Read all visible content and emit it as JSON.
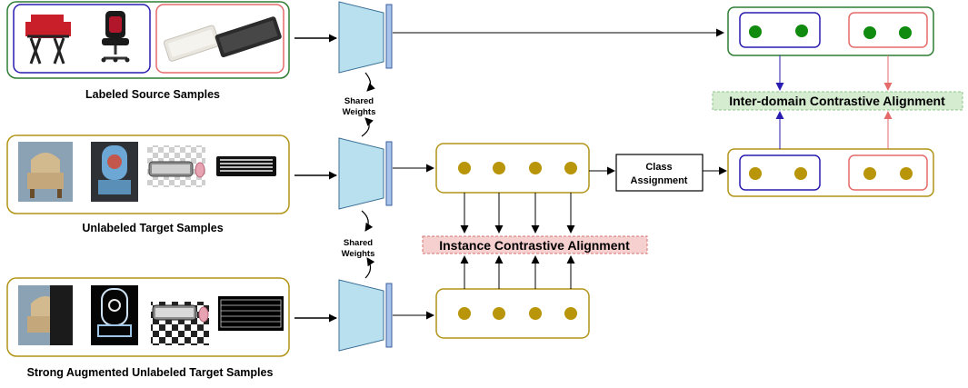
{
  "rows": {
    "source_label": "Labeled Source Samples",
    "target_label": "Unlabeled Target Samples",
    "strong_label": "Strong Augmented Unlabeled Target Samples"
  },
  "shared_weights": [
    "Shared",
    "Weights"
  ],
  "class_assignment": [
    "Class",
    "Assignment"
  ],
  "inter_domain_label": "Inter-domain Contrastive Alignment",
  "instance_label": "Instance Contrastive Alignment",
  "colors": {
    "source_border": "#2f7d32",
    "target_border": "#b29418",
    "class_a": "#2a1cb0",
    "class_b": "#e56a6a",
    "encoder_fill": "#b9e0ef",
    "feature_bar": "#a8c4ec",
    "dot_green": "#118b0f",
    "dot_gold": "#b89509",
    "inter_bg": "#d5ecd0",
    "instance_bg": "#f6cfcf"
  },
  "images": {
    "source_chairs": [
      "camping-chair",
      "gaming-chair"
    ],
    "source_keyboards": [
      "white-keyboard",
      "black-keyboard"
    ],
    "target": [
      "armchair",
      "patterned-chair",
      "keyboard-mouse",
      "black-keyboard"
    ],
    "strong": [
      "armchair-aug",
      "chair-aug",
      "keyboard-aug",
      "keyboard-edge-aug"
    ]
  }
}
